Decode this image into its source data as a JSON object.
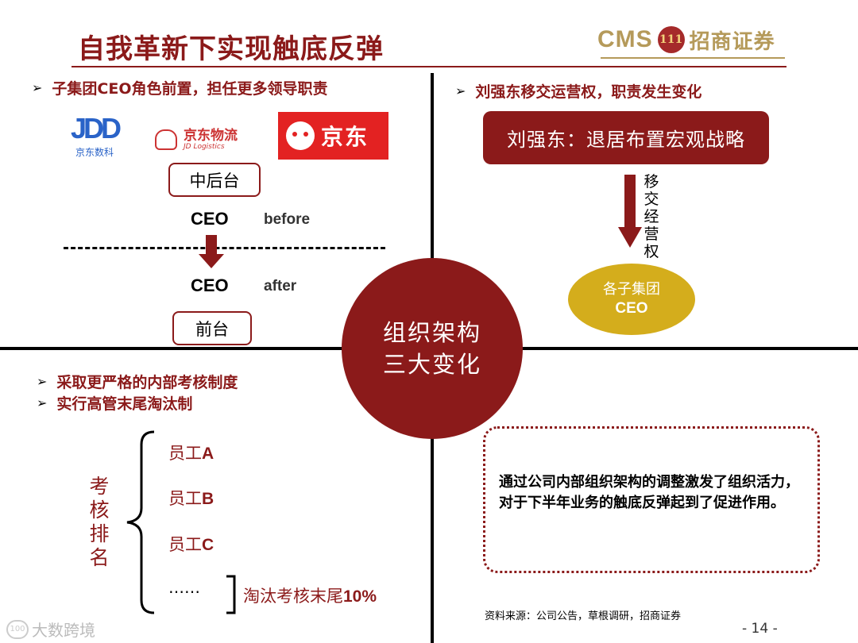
{
  "header": {
    "title": "自我革新下实现触底反弹",
    "logo_cms": "CMS",
    "logo_emblem": "111",
    "logo_name": "招商证券"
  },
  "top_left": {
    "bullet": "子集团CEO角色前置，担任更多领导职责",
    "logos": {
      "jdd_mark": "JDD",
      "jdd_text": "京东数科",
      "logistics_name": "京东物流",
      "logistics_sub": "JD Logistics",
      "jd_text": "京东"
    },
    "middle_back_label": "中后台",
    "ceo_before": "CEO",
    "before_label": "before",
    "ceo_after": "CEO",
    "after_label": "after",
    "front_label": "前台"
  },
  "top_right": {
    "bullet": "刘强东移交运营权，职责发生变化",
    "liu_box": "刘强东：退居布置宏观战略",
    "handover": [
      "移",
      "交",
      "经",
      "营",
      "权"
    ],
    "oval_line1": "各子集团",
    "oval_line2": "CEO"
  },
  "center": {
    "line1": "组织架构",
    "line2": "三大变化"
  },
  "bottom_left": {
    "bullets": [
      "采取更严格的内部考核制度",
      "实行高管末尾淘汰制"
    ],
    "exam_label": [
      "考",
      "核",
      "排",
      "名"
    ],
    "staff": [
      {
        "prefix": "员工",
        "letter": "A"
      },
      {
        "prefix": "员工",
        "letter": "B"
      },
      {
        "prefix": "员工",
        "letter": "C"
      }
    ],
    "dots": "……",
    "elim_text": "淘汰考核末尾",
    "elim_pct": "10%"
  },
  "bottom_right": {
    "conclusion": "通过公司内部组织架构的调整激发了组织活力，对于下半年业务的触底反弹起到了促进作用。",
    "source": "资料来源：公司公告，草根调研，招商证券",
    "page_number": "- 14 -"
  },
  "watermark": {
    "icon_text": "100",
    "text": "大数跨境"
  },
  "colors": {
    "brand_red": "#8b1a1a",
    "gold": "#d4ad1c",
    "logo_gold": "#b59a5a",
    "jd_red": "#e32222",
    "jdd_blue": "#2a63c8"
  }
}
